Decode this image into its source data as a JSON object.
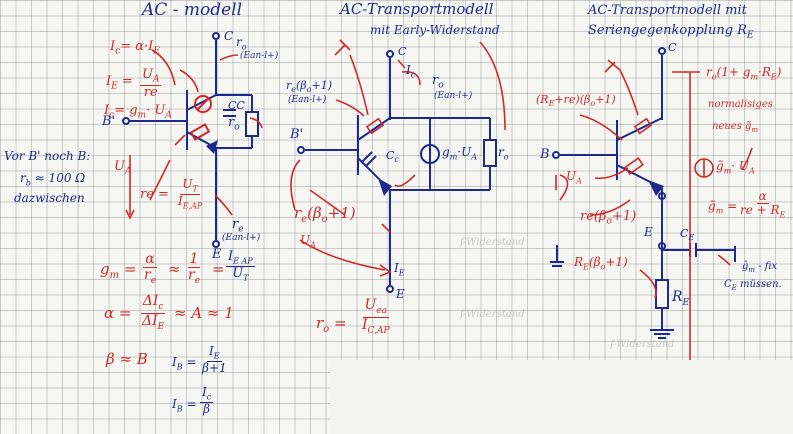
{
  "headings": {
    "ac_model": "AC - modell",
    "ac_transport": "AC-Transportmodell",
    "ac_transport_sub": "mit Early-Widerstand",
    "ac_transport_serial": "AC-Transportmodell mit",
    "ac_transport_serial_sub": "Seriengegenkopplung R",
    "ac_transport_serial_sub_e": "E"
  },
  "left_notes": {
    "l1": "Vor B' noch B:",
    "l2": "r",
    "l2_sub": "b",
    "l2_rest": " ≈ 100 Ω",
    "l3": "dazwischen"
  },
  "circuit1": {
    "c_label": "C",
    "ro_label": "r",
    "ro_sub": "o",
    "ro_note": "(Ean-l+)",
    "ic_eq": "I",
    "ic_eq_sub": "c",
    "ic_eq_rest": "= α·I",
    "ic_eq_sub2": "E",
    "ie_eq_lhs": "I",
    "ie_eq_lhs_sub": "E",
    "ie_frac_num": "U",
    "ie_frac_num_sub": "A",
    "ie_frac_den": "re",
    "ic_gm_lhs": "I",
    "ic_gm_sub": "c",
    "ic_gm_rest": "= g",
    "ic_gm_sub2": "m",
    "ic_gm_rest2": "· U",
    "ic_gm_sub3": "A",
    "b_label": "B'",
    "ua_label": "U",
    "ua_sub": "A",
    "re_eq_lhs": "re =",
    "re_frac_num": "U",
    "re_frac_num_sub": "T",
    "re_frac_den": "I",
    "re_frac_den_sub": "E,AP",
    "cc_label": "CC",
    "ro2_label": "r",
    "ro2_sub": "o",
    "re_label": "r",
    "re_sub": "e",
    "re_note": "(Ean-l+)",
    "e_label": "E"
  },
  "formulas": {
    "gm_lhs": "g",
    "gm_lhs_sub": "m",
    "gm_eq": "=",
    "gm_f1_num": "α",
    "gm_f1_den": "r",
    "gm_f1_den_sub": "e",
    "gm_approx": "≈",
    "gm_f2_num": "1",
    "gm_f2_den": "r",
    "gm_f2_den_sub": "e",
    "gm_eq2": "=",
    "gm_f3_num": "I",
    "gm_f3_num_sub": "E AP",
    "gm_f3_den": "U",
    "gm_f3_den_sub": "T",
    "alpha_lhs": "α =",
    "alpha_num": "ΔI",
    "alpha_num_sub": "c",
    "alpha_den": "ΔI",
    "alpha_den_sub": "E",
    "alpha_rhs": "≈ A ≈ 1",
    "beta": "β ≈ B",
    "ib1_lhs": "I",
    "ib1_lhs_sub": "B",
    "ib1_eq": "=",
    "ib1_num": "I",
    "ib1_num_sub": "E",
    "ib1_den": "β+1",
    "ib2_lhs": "I",
    "ib2_lhs_sub": "B",
    "ib2_eq": "=",
    "ib2_num": "I",
    "ib2_num_sub": "c",
    "ib2_den": "β"
  },
  "circuit2": {
    "c_label": "C",
    "ic_label": "I",
    "ic_sub": "c",
    "ro_label": "r",
    "ro_sub": "o",
    "ro_note": "(Ean-l+)",
    "re_beta": "r",
    "re_beta_sub": "e",
    "re_beta_rest": "(β",
    "re_beta_sub2": "o",
    "re_beta_rest2": "+1)",
    "re_beta_note": "(Ean-l+)",
    "b_label": "B'",
    "cc_label": "C",
    "cc_sub": "c",
    "gm_src": "g",
    "gm_src_sub": "m",
    "gm_src_rest": "·U",
    "gm_src_sub2": "A",
    "ro2": "r",
    "ro2_sub": "o",
    "re_beta2": "r",
    "re_beta2_sub": "e",
    "re_beta2_rest": "(β",
    "re_beta2_sub2": "o",
    "re_beta2_rest2": "+1)",
    "ua": "U",
    "ua_sub": "A",
    "ie": "I",
    "ie_sub": "E",
    "e_label": "E",
    "ro_eq_lhs": "r",
    "ro_eq_lhs_sub": "o",
    "ro_eq_eq": "=",
    "ro_eq_num": "U",
    "ro_eq_num_sub": "ea",
    "ro_eq_den": "I",
    "ro_eq_den_sub": "C,AP"
  },
  "circuit3": {
    "c_label": "C",
    "ro_expr": "r",
    "ro_expr_sub": "o",
    "ro_expr_rest": "(1+ g",
    "ro_expr_sub2": "m",
    "ro_expr_rest2": "·R",
    "ro_expr_sub3": "E",
    "ro_expr_rest3": ")",
    "norm_note1": "normalisiges",
    "norm_note2": "neues g̃",
    "norm_note2_sub": "m",
    "re_expr": "(R",
    "re_expr_sub": "E",
    "re_expr_rest": "+re)(β",
    "re_expr_sub2": "o",
    "re_expr_rest2": "+1)",
    "b_label": "B",
    "ua": "U",
    "ua_sub": "A",
    "gm_src": "g̃",
    "gm_src_sub": "m",
    "gm_src_rest": "· U",
    "gm_src_sub2": "A",
    "gm_def_lhs": "g̃",
    "gm_def_lhs_sub": "m",
    "gm_def_eq": "=",
    "gm_def_num": "α",
    "gm_def_den": "re + R",
    "gm_def_den_sub": "E",
    "re_beta": "re(β",
    "re_beta_sub": "o",
    "re_beta_rest": "+1)",
    "e_label": "E",
    "ce_label": "C",
    "ce_sub": "E",
    "re_beta2": "R",
    "re_beta2_sub": "E",
    "re_beta2_rest": "(β",
    "re_beta2_sub2": "o",
    "re_beta2_rest2": "+1)",
    "re_res": "R",
    "re_res_sub": "E",
    "ce_note1": "ĝ",
    "ce_note1_sub": "m",
    "ce_note1_rest": " - fix",
    "ce_note2": "C",
    "ce_note2_sub": "E",
    "ce_note2_rest": " müssen."
  },
  "faint_watermark": "f-Widerstand",
  "colors": {
    "ink_blue": "#1d2a8c",
    "ink_red": "#cc2a2a",
    "grid": "#8a8a94"
  }
}
